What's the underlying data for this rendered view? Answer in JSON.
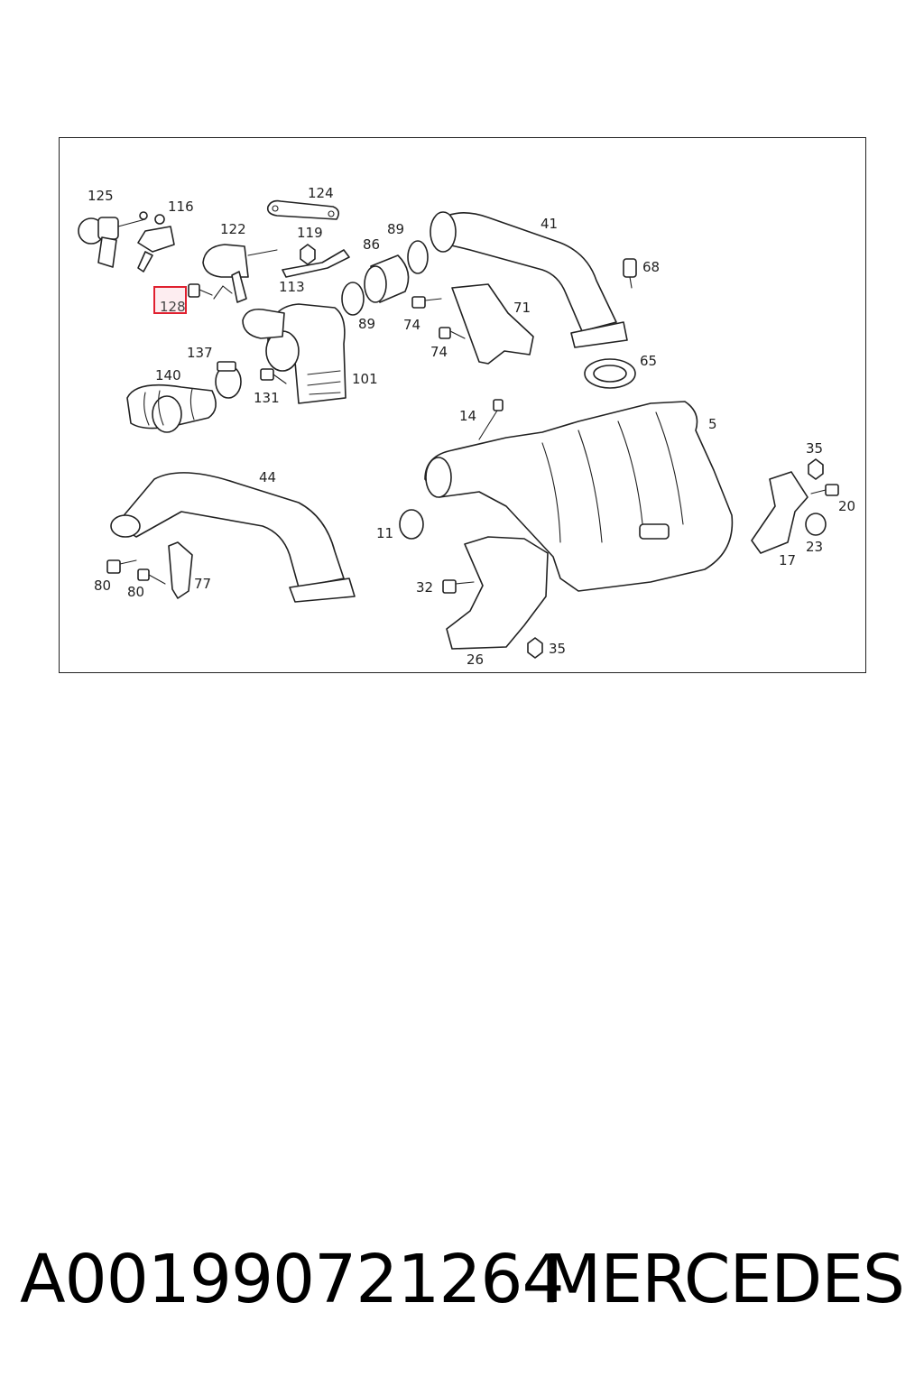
{
  "diagram": {
    "callouts": {
      "c125": "125",
      "c116": "116",
      "c124": "124",
      "c122": "122",
      "c119": "119",
      "c89a": "89",
      "c86": "86",
      "c41": "41",
      "c68": "68",
      "c113": "113",
      "c128": "128",
      "c89b": "89",
      "c74a": "74",
      "c71": "71",
      "c74b": "74",
      "c137": "137",
      "c140": "140",
      "c131": "131",
      "c101": "101",
      "c65": "65",
      "c14": "14",
      "c5": "5",
      "c35a": "35",
      "c20": "20",
      "c44": "44",
      "c11": "11",
      "c23": "23",
      "c17": "17",
      "c80a": "80",
      "c80b": "80",
      "c77": "77",
      "c32": "32",
      "c35b": "35",
      "c26": "26"
    },
    "highlighted_callout": "128",
    "highlight_color": "#e0202f"
  },
  "footer": {
    "part_number": "A001990721264",
    "brand": "MERCEDES"
  }
}
